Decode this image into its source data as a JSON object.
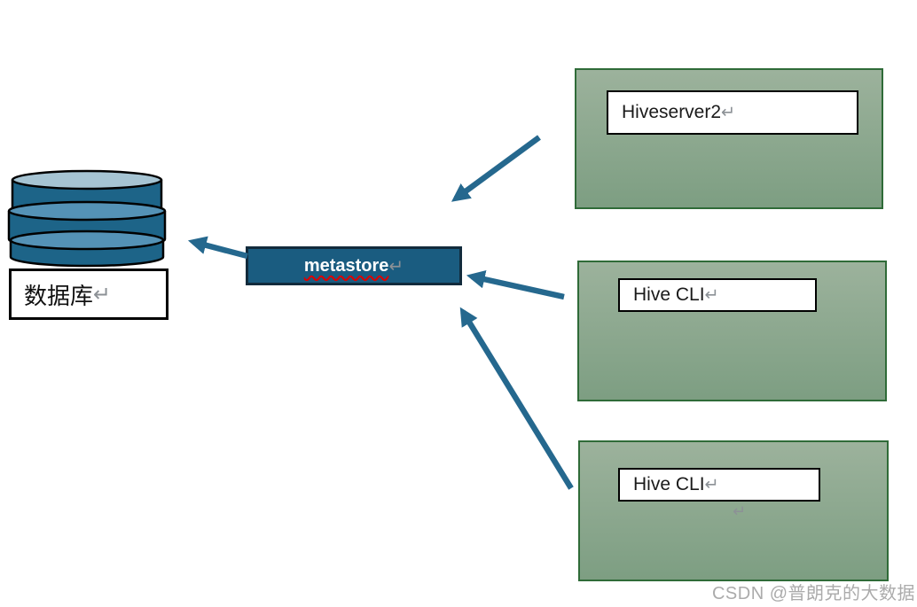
{
  "database": {
    "label": "数据库",
    "return_mark": "↵"
  },
  "metastore": {
    "label": "metastore",
    "return_mark": "↵"
  },
  "client_boxes": [
    {
      "label": "Hiveserver2",
      "return_mark": "↵"
    },
    {
      "label": "Hive CLI",
      "return_mark": "↵"
    },
    {
      "label": "Hive CLI",
      "return_mark": "↵",
      "stray_return_mark": "↵"
    }
  ],
  "watermark": {
    "text": "CSDN @普朗克的大数据"
  },
  "icons": {
    "database": "database-cylinder-icon",
    "return_mark": "paragraph-return-icon"
  },
  "colors": {
    "arrow": "#25688E",
    "metastore_fill": "#1A5C80",
    "metastore_border": "#122B3C",
    "green_top": "#9CB29C",
    "green_bottom": "#7D9E82",
    "green_border": "#2F6B38",
    "cylinder_body": "#1D6488",
    "cylinder_top": "#A6C4D3",
    "cylinder_ring": "#5492B6",
    "outline": "#000000",
    "squiggle": "#E00000",
    "return_mark": "#8C9196",
    "watermark": "#ABABAB"
  }
}
